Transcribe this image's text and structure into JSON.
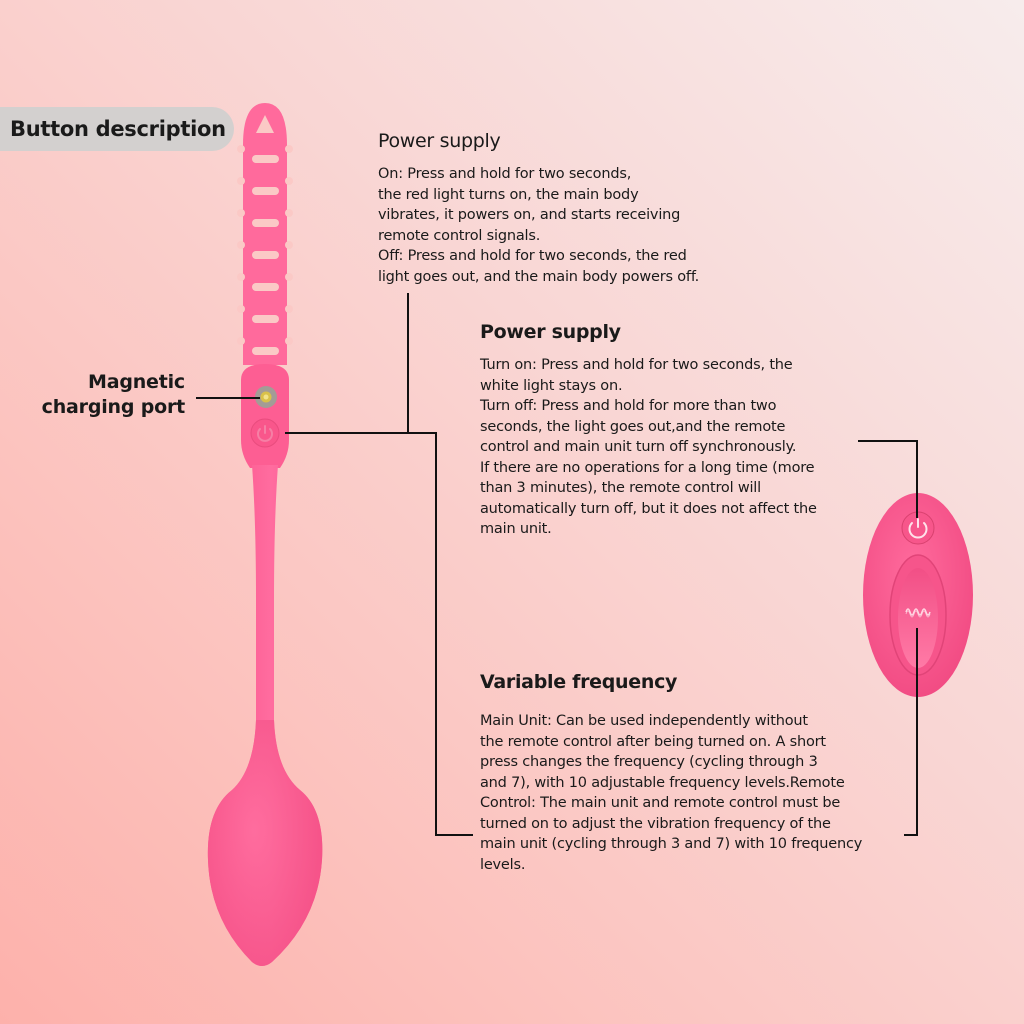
{
  "header": {
    "title": "Button description"
  },
  "callouts": {
    "charging_port": "Magnetic\ncharging port"
  },
  "sections": [
    {
      "title": "Power supply",
      "body": "On: Press and hold for two seconds,\nthe red light turns on, the main body\nvibrates, it powers on, and starts receiving\nremote control signals.\nOff: Press and hold for two seconds, the red\nlight goes out, and the main body powers off."
    },
    {
      "title": "Power supply",
      "body": "Turn on: Press and hold for two seconds, the\nwhite light stays on.\nTurn off: Press and hold for more than two\nseconds, the light goes out,and the remote\ncontrol and main unit turn off synchronously.\nIf there are no operations for a long time (more\nthan 3 minutes), the remote control will\nautomatically turn off, but it does not affect the\nmain unit."
    },
    {
      "title": "Variable frequency",
      "body": "Main Unit: Can be used independently without\nthe remote control after being turned on. A short\npress changes the frequency (cycling through 3\nand 7), with 10 adjustable frequency levels.Remote\nControl: The main unit and remote control must be\nturned on to adjust the vibration frequency of the\nmain unit (cycling through 3 and 7) with 10 frequency\nlevels."
    }
  ],
  "icons": {
    "main_power": "power-icon",
    "remote_power": "power-icon",
    "remote_wave": "wave-icon",
    "charging_port": "magnetic-port-icon"
  },
  "colors": {
    "product_pink": "#ff5f96",
    "pill_gray": "#d3d0cf",
    "bg_top_right": "#f7ecec",
    "bg_bottom_left": "#fdb1ab"
  }
}
